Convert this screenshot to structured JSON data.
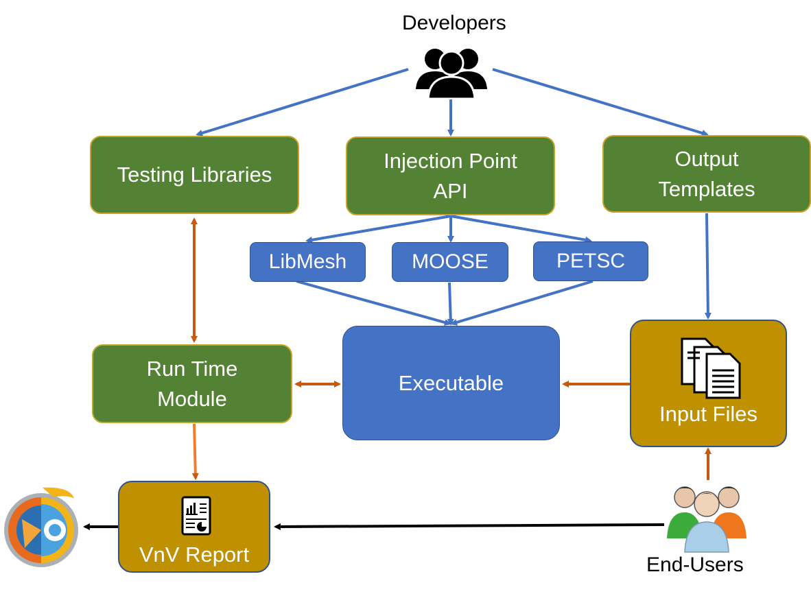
{
  "developers_label": "Developers",
  "end_users_label": "End-Users",
  "nodes": {
    "testing_libraries": "Testing Libraries",
    "injection_point_api": [
      "Injection Point",
      "API"
    ],
    "output_templates": [
      "Output",
      "Templates"
    ],
    "libmesh": "LibMesh",
    "moose": "MOOSE",
    "petsc": "PETSC",
    "run_time_module": [
      "Run Time",
      "Module"
    ],
    "executable": "Executable",
    "input_files": "Input Files",
    "vnv_report": "VnV Report"
  },
  "colors": {
    "green_box": "#548235",
    "blue_box": "#4472c4",
    "gold_box": "#bf9000",
    "blue_arrow": "#4472c4",
    "orange_arrow": "#c55a11",
    "black_arrow": "#000000"
  },
  "icons": {
    "developers": "group-of-people-icon",
    "end_users": "users-group-icon",
    "input_files": "documents-icon",
    "vnv_report": "report-document-icon",
    "browser": "web-browser-logos-icon"
  }
}
